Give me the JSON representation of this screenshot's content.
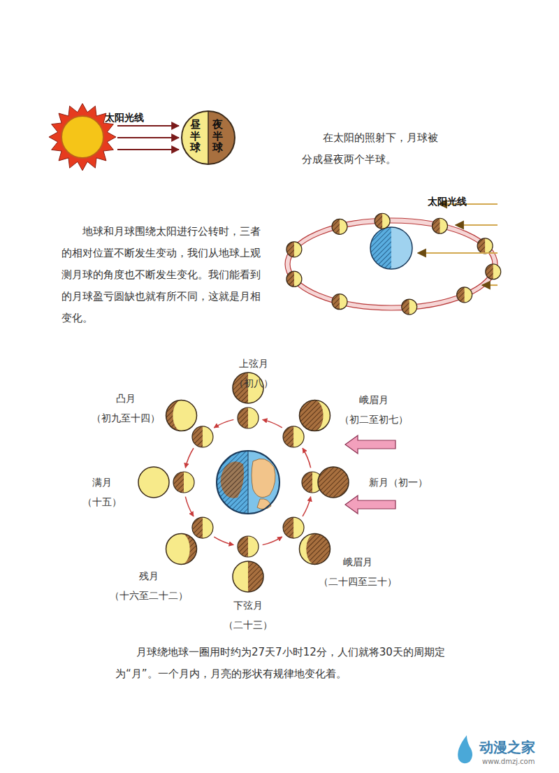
{
  "diagram": {
    "labels": [
      "太阳光线",
      "昼半球",
      "夜半球",
      "在太阳的照射下，月球被分成昼夜两个半球。",
      "太阳光线",
      "地球和月球围绕太阳进行公转时，三者的相对位置不断发生变动，我们从地球上观测月球的角度也不断发生变化。我们能看到的月球盈亏圆缺也就有所不同，这就是月相变化。",
      "上弦月（初八）",
      "凸月 （初九至十四）",
      "峨眉月 （初二至初七）",
      "满月 （十五）",
      "新月（初一）",
      "残月 （十六至二十二）",
      "峨眉月 （二十四至三十）",
      "下弦月 （二十三）",
      "月球绕地球一圈用时约为27天7小时12分，人们就将30天的周期定为“月”。一个月内，月亮的形状有规律地变化着。",
      "动漫之家",
      "www.dmzj.com"
    ]
  }
}
